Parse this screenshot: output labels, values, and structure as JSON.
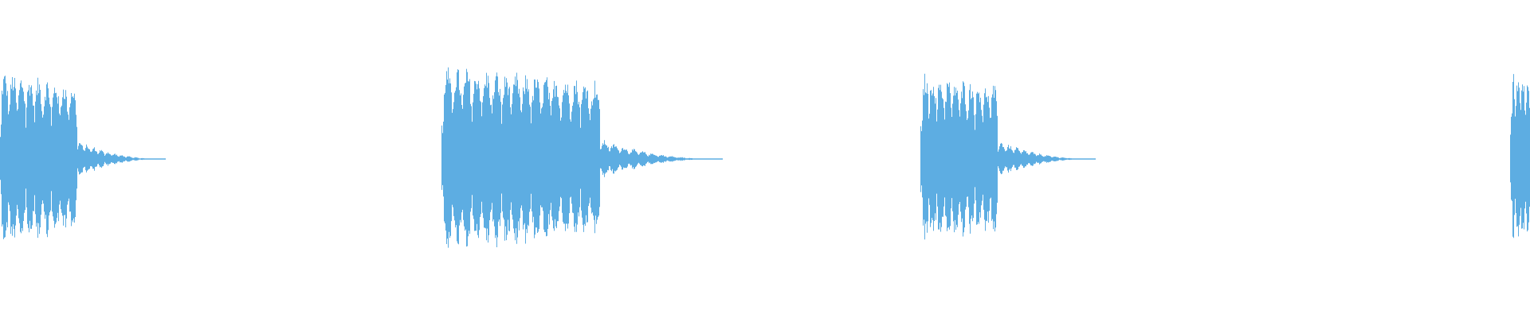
{
  "waveform": {
    "color": "#5dade2",
    "background": "#ffffff",
    "clips": [
      {
        "name": "clip-1",
        "start_fraction": 0.0,
        "loud_end_fraction": 0.05,
        "tail_end_fraction": 0.108,
        "peak_level": 0.95,
        "burst_count": 9
      },
      {
        "name": "clip-2",
        "start_fraction": 0.289,
        "loud_end_fraction": 0.392,
        "tail_end_fraction": 0.472,
        "peak_level": 1.0,
        "burst_count": 16
      },
      {
        "name": "clip-3",
        "start_fraction": 0.602,
        "loud_end_fraction": 0.652,
        "tail_end_fraction": 0.716,
        "peak_level": 0.93,
        "burst_count": 10
      },
      {
        "name": "clip-4",
        "start_fraction": 0.987,
        "loud_end_fraction": 1.0,
        "tail_end_fraction": 1.0,
        "peak_level": 0.97,
        "burst_count": 4
      }
    ]
  }
}
